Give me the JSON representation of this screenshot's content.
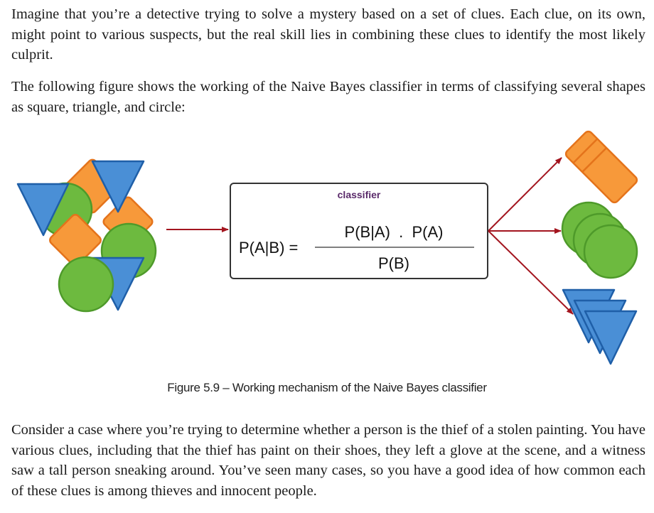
{
  "paragraphs": [
    "Imagine that you’re a detective trying to solve a mystery based on a set of clues. Each clue, on its own, might point to various suspects, but the real skill lies in combining these clues to identify the most likely culprit.",
    "The following figure shows the working of the Naive Bayes classifier in terms of classifying several shapes as square, triangle, and circle:",
    "Consider a case where you’re trying to determine whether a person is the thief of a stolen painting. You have various clues, including that the thief has paint on their shoes, they left a glove at the scene, and a witness saw a tall person sneaking around. You’ve seen many cases, so you have a good idea of how common each of these clues is among thieves and innocent people."
  ],
  "figure": {
    "classifier_label": "classifier",
    "formula_lhs": "P(A|B) =",
    "numerator": "P(B|A)  .  P(A)",
    "denominator": "P(B)",
    "caption": "Figure 5.9 – Working mechanism of the Naive Bayes classifier",
    "input_shapes": [
      "triangle",
      "triangle",
      "triangle",
      "square",
      "square",
      "square",
      "circle",
      "circle",
      "circle"
    ],
    "output_groups": [
      "square",
      "circle",
      "triangle"
    ],
    "colors": {
      "square_fill": "#f7993a",
      "square_stroke": "#e4731b",
      "circle_fill": "#6dba3f",
      "circle_stroke": "#4e9a2a",
      "triangle_fill": "#4a8fd6",
      "triangle_stroke": "#1f5fa8",
      "arrow": "#a3151f",
      "classifier_label": "#5a2a6a"
    }
  }
}
